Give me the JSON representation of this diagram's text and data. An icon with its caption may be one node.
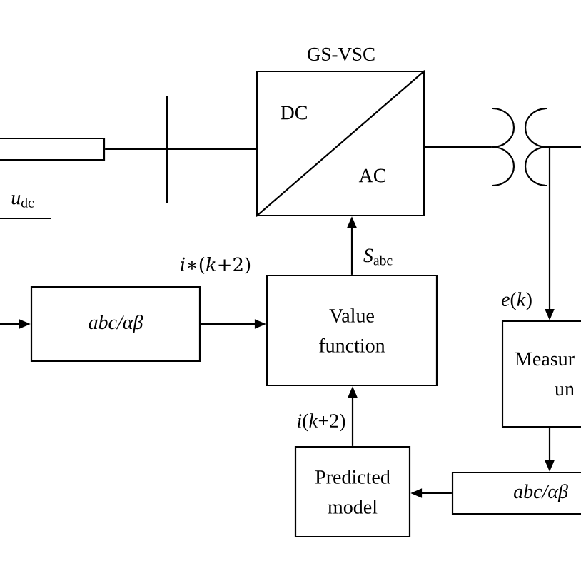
{
  "diagram": {
    "nodes": [
      {
        "text": [],
        "shape": "bar"
      },
      {
        "text": [
          "GS-VSC",
          "DC",
          "AC"
        ]
      },
      {
        "text": [],
        "shape": "picture"
      },
      {
        "text": [
          "abc/αβ"
        ]
      },
      {
        "text": [
          "Value function"
        ]
      },
      {
        "text": [
          "Measur un"
        ]
      },
      {
        "text": [
          "Predicted model"
        ]
      },
      {
        "text": [
          "abc/αβ"
        ]
      }
    ],
    "edges": [
      {
        "from": 0,
        "to": 1,
        "arrow": "none"
      },
      {
        "from": 1,
        "to": 2,
        "arrow": "none"
      },
      {
        "from": 2,
        "to": null,
        "arrow": "none"
      },
      {
        "from": 2,
        "to": 5,
        "arrow": "to",
        "label": "*e*(*k*)"
      },
      {
        "from": 5,
        "to": 7,
        "arrow": "to"
      },
      {
        "from": 7,
        "to": 6,
        "arrow": "to"
      },
      {
        "from": 6,
        "to": 4,
        "arrow": "to",
        "label": "*i*(*k*+2)"
      },
      {
        "from": 4,
        "to": 1,
        "arrow": "to",
        "label": "*S*$_{abc}$"
      },
      {
        "from": null,
        "to": 3,
        "arrow": "to"
      },
      {
        "from": 3,
        "to": 4,
        "arrow": "to",
        "label": "*i*∗(*k*+2)"
      }
    ],
    "labels": [
      "*u*$_{dc}$"
    ]
  }
}
